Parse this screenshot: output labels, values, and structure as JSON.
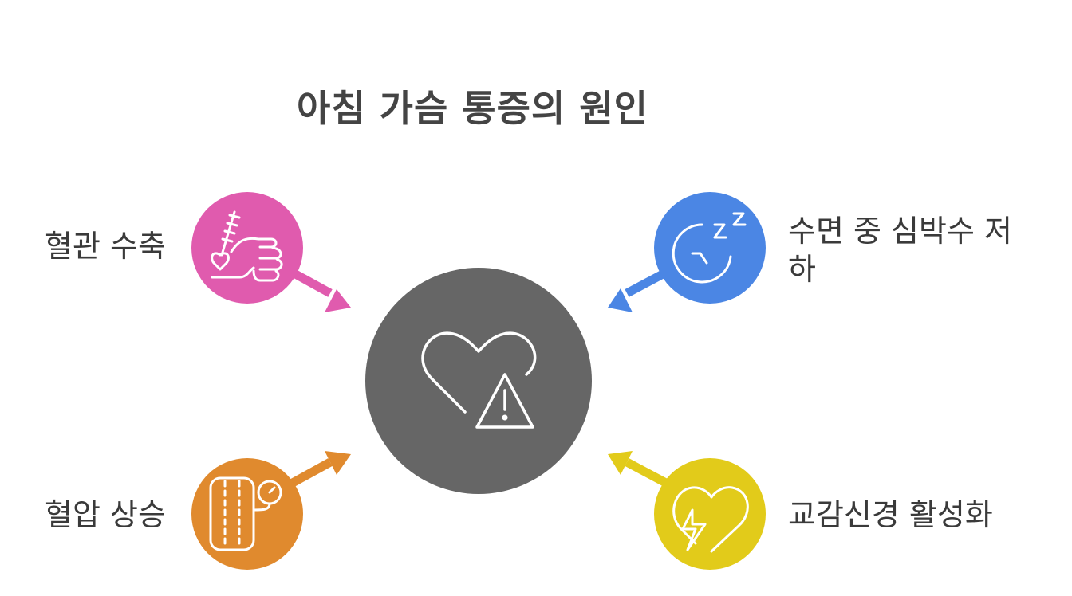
{
  "title": "아침 가슴 통증의 원인",
  "center": {
    "icon": "heart-warning-icon",
    "color": "#666666"
  },
  "causes": [
    {
      "id": "vasoconstriction",
      "label": "혈관 수축",
      "icon": "hand-squeeze-icon",
      "color": "#E05BAE"
    },
    {
      "id": "low-heart-rate",
      "label": "수면 중 심박수 저하",
      "icon": "sleep-clock-icon",
      "color": "#4B86E4"
    },
    {
      "id": "high-blood-pressure",
      "label": "혈압 상승",
      "icon": "blood-pressure-icon",
      "color": "#E08A2E"
    },
    {
      "id": "sympathetic-activation",
      "label": "교감신경 활성화",
      "icon": "heart-bolt-icon",
      "color": "#E2CB1A"
    }
  ]
}
